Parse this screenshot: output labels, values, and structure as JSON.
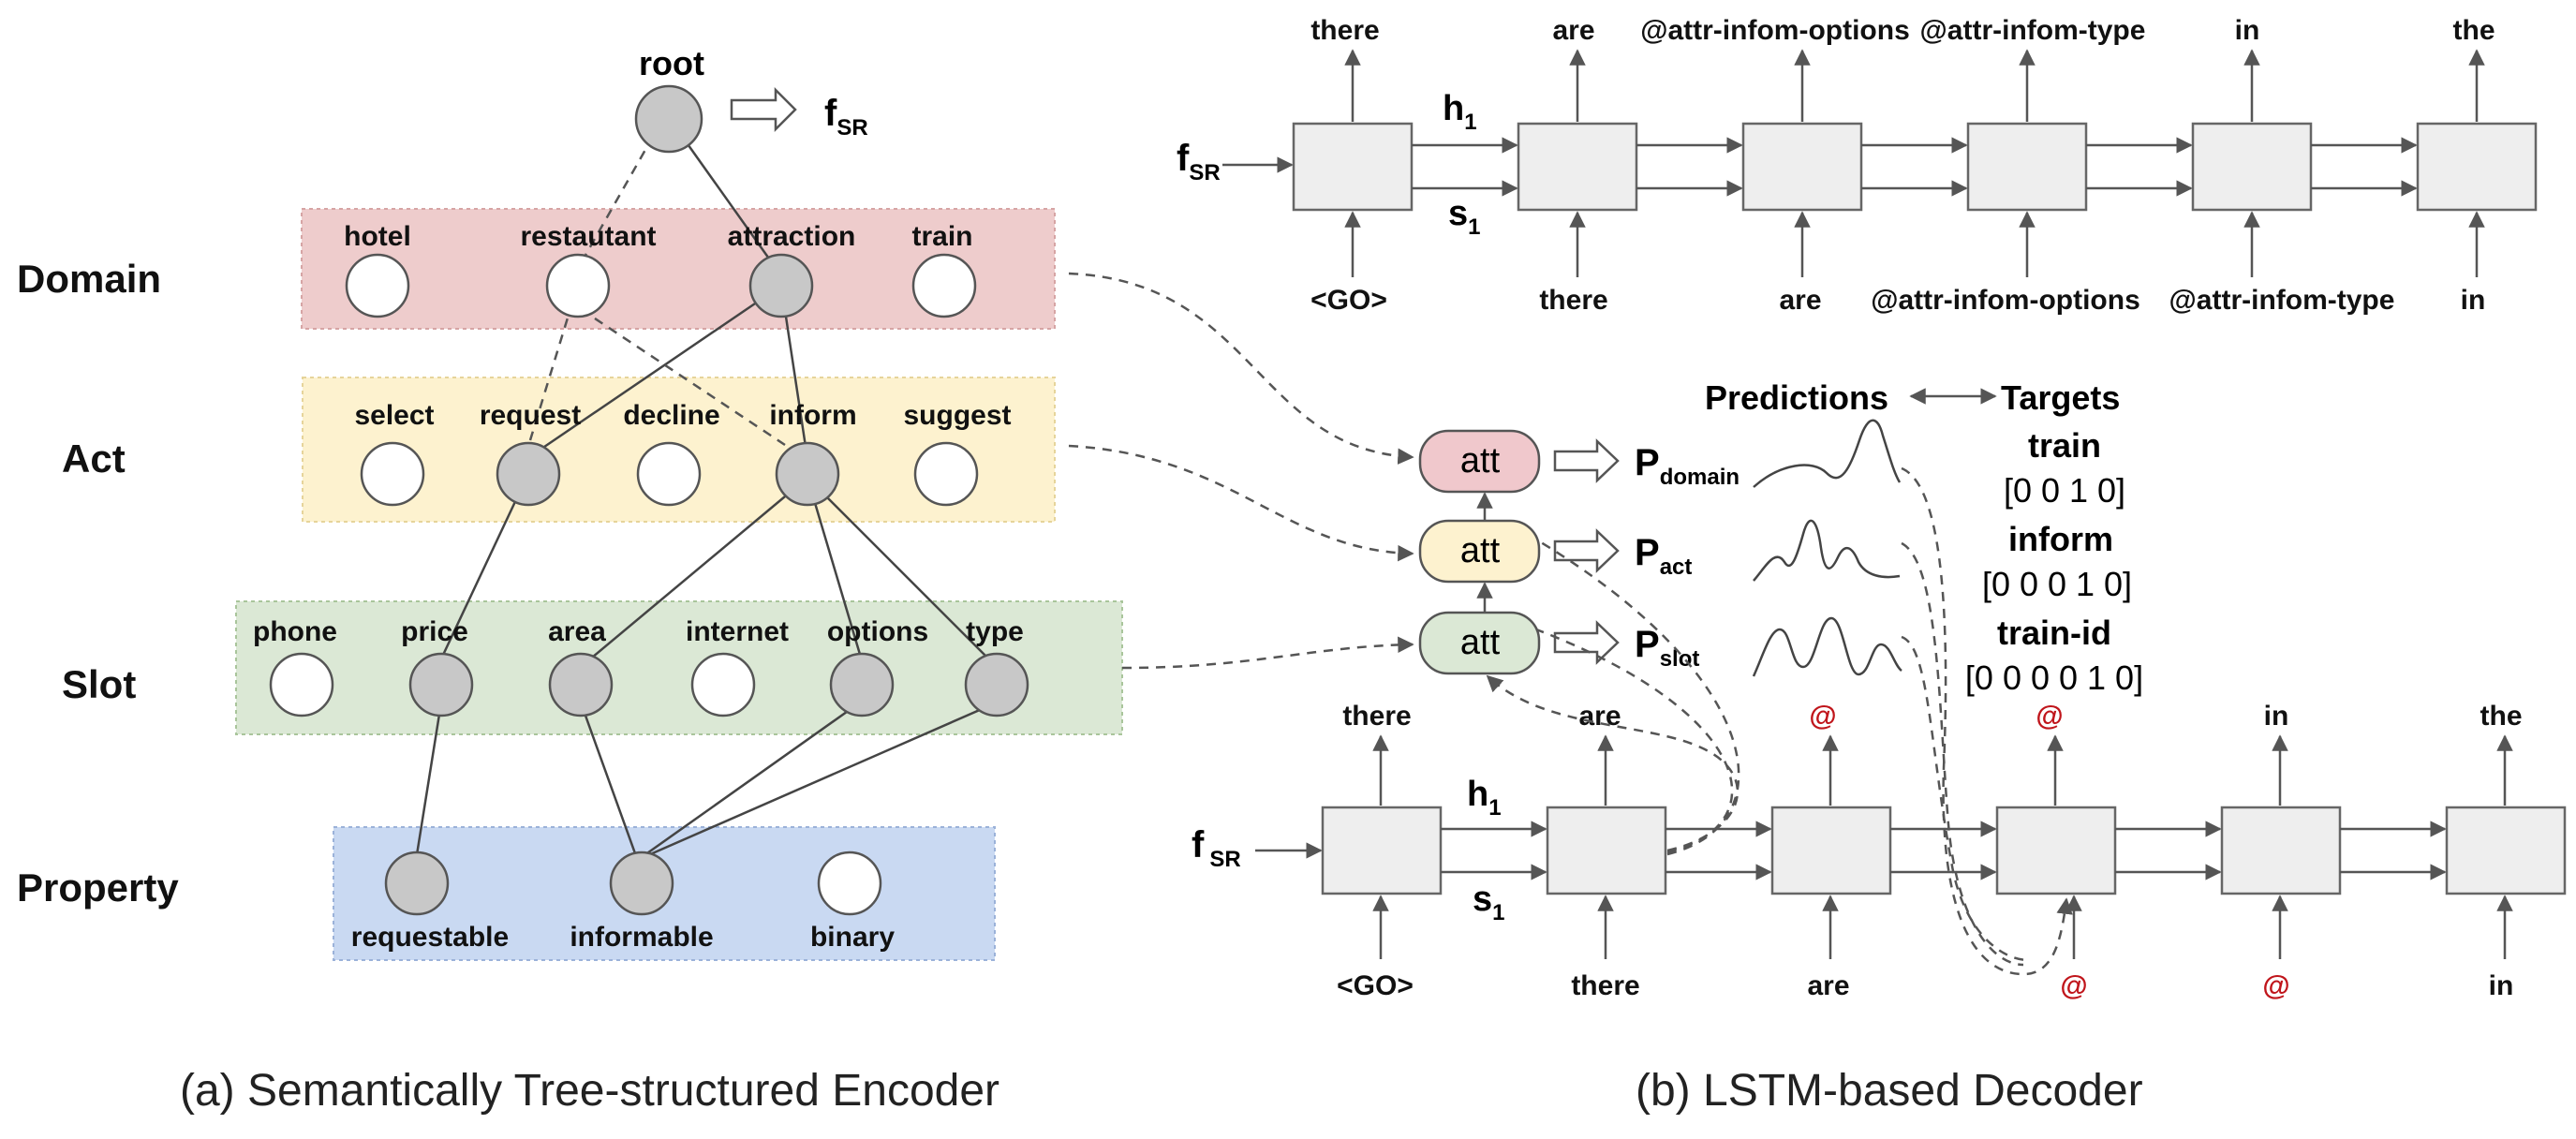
{
  "encoder": {
    "root_label": "root",
    "fsr_label": "f",
    "fsr_sub": "SR",
    "rows": {
      "domain": "Domain",
      "act": "Act",
      "slot": "Slot",
      "property": "Property"
    },
    "domain_nodes": [
      "hotel",
      "restautant",
      "attraction",
      "train"
    ],
    "act_nodes": [
      "select",
      "request",
      "decline",
      "inform",
      "suggest"
    ],
    "slot_nodes": [
      "phone",
      "price",
      "area",
      "internet",
      "options",
      "type"
    ],
    "property_nodes": [
      "requestable",
      "informable",
      "binary"
    ],
    "caption": "(a) Semantically Tree-structured Encoder"
  },
  "decoder_top": {
    "outputs": [
      "there",
      "are",
      "@attr-infom-options",
      "@attr-infom-type",
      "in",
      "the"
    ],
    "inputs": [
      "<GO>",
      "there",
      "are",
      "@attr-infom-options",
      "@attr-infom-type",
      "in"
    ],
    "h_label": "h",
    "h_sub": "1",
    "s_label": "s",
    "s_sub": "1",
    "fsr_label": "f",
    "fsr_sub": "SR"
  },
  "attention": {
    "att_label": "att",
    "p_label": "P",
    "p_subs": [
      "domain",
      "act",
      "slot"
    ],
    "predictions_label": "Predictions",
    "targets_label": "Targets",
    "targets": [
      {
        "name": "train",
        "vector": "[0 0 1 0]"
      },
      {
        "name": "inform",
        "vector": "[0 0  0 1 0]"
      },
      {
        "name": "train-id",
        "vector": "[0 0 0 0 1 0]"
      }
    ]
  },
  "decoder_bottom": {
    "outputs": [
      "there",
      "are",
      "@",
      "@",
      "in",
      "the"
    ],
    "inputs": [
      "<GO>",
      "there",
      "are",
      "@",
      "@",
      "in"
    ],
    "h_label": "h",
    "h_sub": "1",
    "s_label": "s",
    "s_sub": "1",
    "fsr_label": "f",
    "fsr_sub": "SR",
    "caption": "(b) LSTM-based Decoder"
  },
  "colors": {
    "domain_band": "#eecccc",
    "act_band": "#fdf2cf",
    "slot_band": "#dbe8d5",
    "property_band": "#c9d9f2",
    "att_domain": "#f0c8cc",
    "att_act": "#fdf2cf",
    "att_slot": "#dbe8d5",
    "highlight_red": "#c0151b"
  }
}
